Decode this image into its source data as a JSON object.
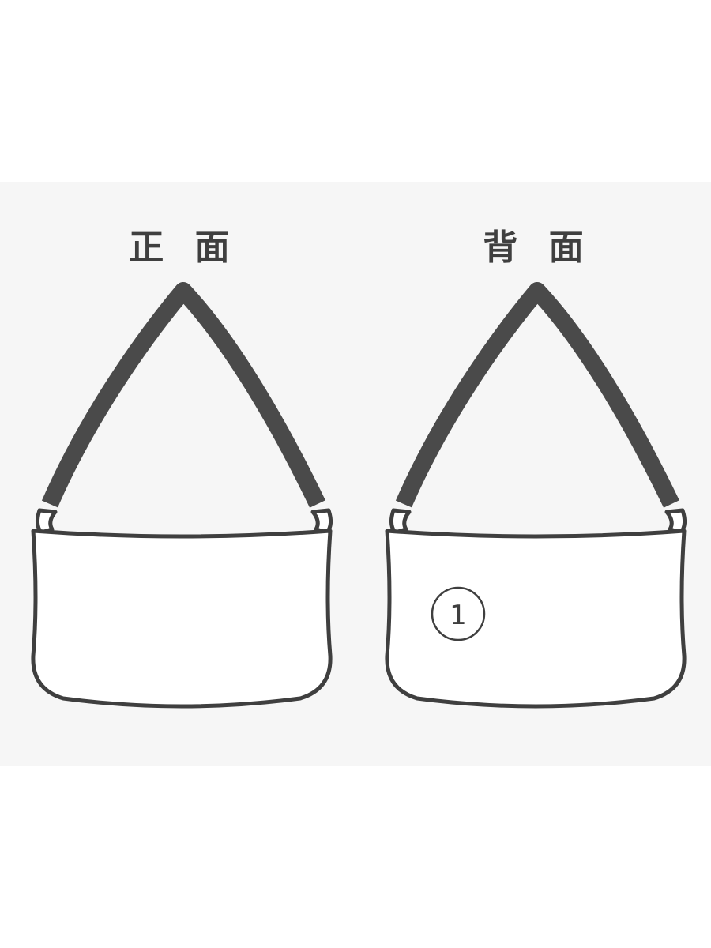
{
  "views": {
    "front": {
      "label": "正 面"
    },
    "back": {
      "label": "背 面",
      "callout": "1"
    }
  },
  "colors": {
    "outline": "#3f3f3f",
    "strap": "#4a4a4a",
    "panel_background": "#f6f6f6",
    "bag_fill": "#ffffff"
  }
}
